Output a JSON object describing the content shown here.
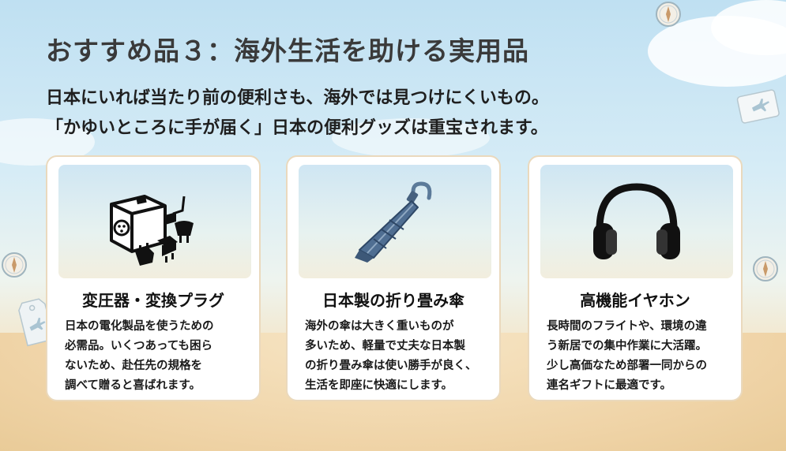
{
  "header": {
    "title": "おすすめ品３：海外生活を助ける実用品",
    "subtitle": "日本にいれば当たり前の便利さも、海外では見つけにくいもの。\n「かゆいところに手が届く」日本の便利グッズは重宝されます。"
  },
  "cards": [
    {
      "icon": "plug-adapter-icon",
      "title": "変圧器・変換プラグ",
      "description": "日本の電化製品を使うための\n必需品。いくつあっても困ら\nないため、赴任先の規格を\n調べて贈ると喜ばれます。"
    },
    {
      "icon": "folding-umbrella-icon",
      "title": "日本製の折り畳み傘",
      "description": "海外の傘は大きく重いものが\n多いため、軽量で丈夫な日本製\nの折り畳み傘は使い勝手が良く、\n生活を即座に快適にします。"
    },
    {
      "icon": "headphones-icon",
      "title": "高機能イヤホン",
      "description": "長時間のフライトや、環境の違\nう新居での集中作業に大活躍。\n少し高価なため部署一同からの\n連名ギフトに最適です。"
    }
  ],
  "decorations": [
    "compass-icon",
    "luggage-tag-icon",
    "boarding-pass-icon",
    "cloud"
  ]
}
